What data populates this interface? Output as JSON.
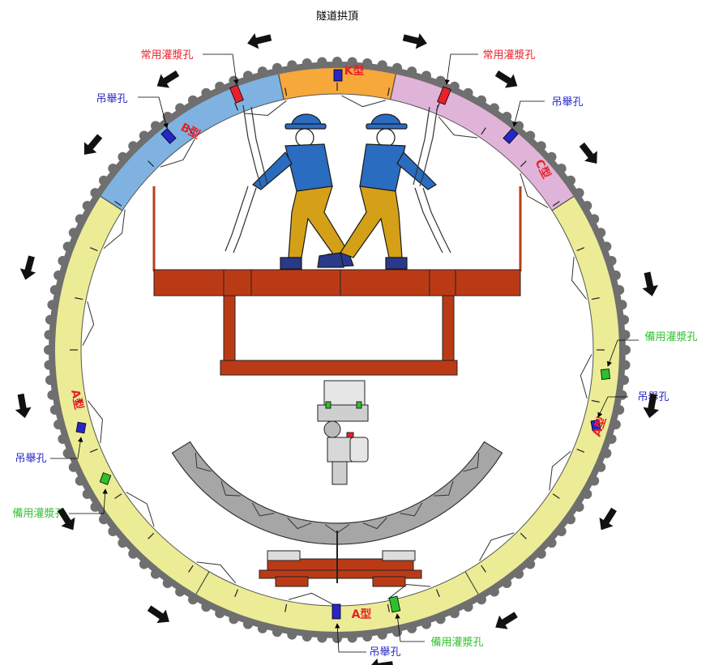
{
  "title": "隧道拱頂",
  "segments": {
    "k": "K型",
    "b": "B型",
    "c": "C型",
    "a_left": "A型",
    "a_right": "A型",
    "a_bottom": "A型"
  },
  "labels": {
    "grout_tl": "常用灌漿孔",
    "grout_tr": "常用灌漿孔",
    "lift_tl": "吊舉孔",
    "lift_tr": "吊舉孔",
    "spare_r": "備用灌漿孔",
    "lift_r": "吊舉孔",
    "lift_l": "吊舉孔",
    "spare_l": "備用灌漿孔",
    "lift_bottom": "吊舉孔",
    "spare_bottom": "備用灌漿孔"
  },
  "colors": {
    "k_segment": "#f7a83a",
    "b_segment": "#7fb2e0",
    "c_segment": "#e0b4d8",
    "a_segment": "#ecec96",
    "outer_ring": "#6f6f6f",
    "platform": "#bb3a16",
    "grout_hole": "#e8202a",
    "lift_hole": "#2626c8",
    "spare_hole": "#2ec02e",
    "worker_shirt": "#2a6cc0",
    "worker_pants": "#d4a018",
    "label_red": "#e8202a",
    "label_blue": "#2626c8",
    "label_green": "#2ec02e"
  }
}
